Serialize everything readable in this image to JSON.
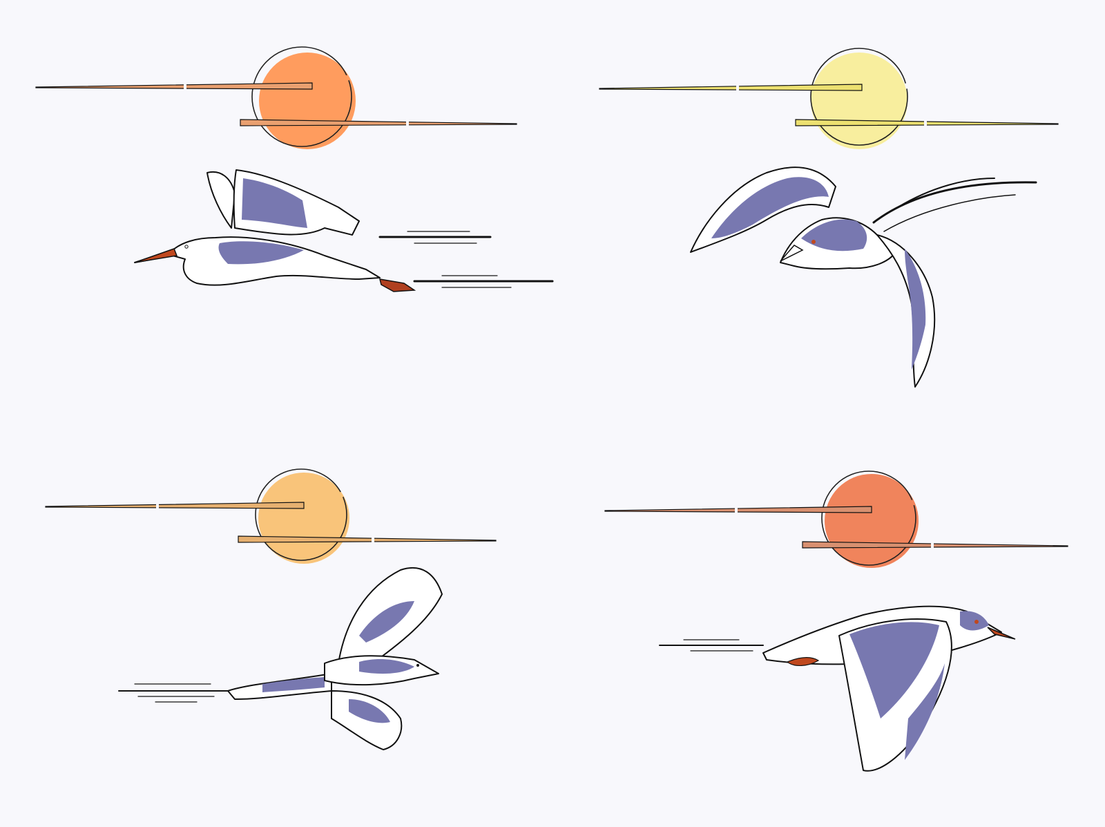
{
  "palette": {
    "background": "#f8f8fc",
    "ink": "#111111",
    "feather_blue": "#7878b0",
    "beak_red": "#c0481e"
  },
  "panels": [
    {
      "id": "top-left",
      "subject": "heron-icon",
      "sun_color": "#ff9c5e",
      "streak_color": "#e9a070"
    },
    {
      "id": "top-right",
      "subject": "tern-icon",
      "sun_color": "#f8ee9e",
      "streak_color": "#ece070"
    },
    {
      "id": "bottom-left",
      "subject": "magpie-icon",
      "sun_color": "#f9c47a",
      "streak_color": "#e6b070"
    },
    {
      "id": "bottom-right",
      "subject": "gull-icon",
      "sun_color": "#f0845c",
      "streak_color": "#d89070"
    }
  ]
}
